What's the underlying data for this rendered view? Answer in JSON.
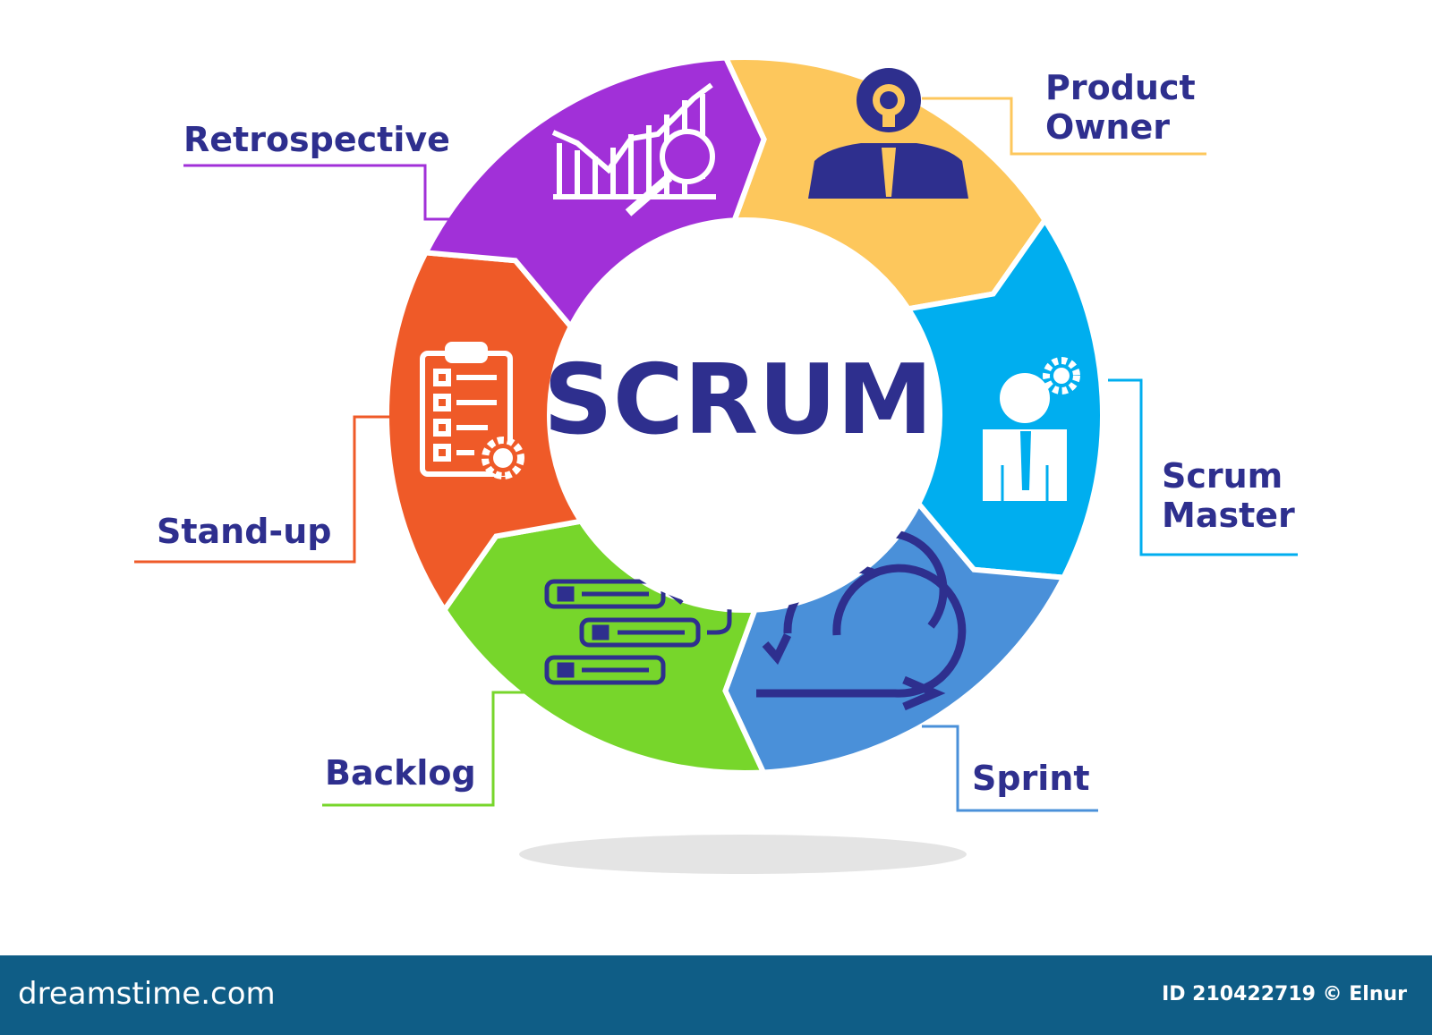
{
  "diagram": {
    "center_title": "SCRUM",
    "steps": [
      {
        "label": "Product Owner",
        "lines": [
          "Product",
          "Owner"
        ],
        "color": "#fdc75c",
        "icon": "product-owner-icon"
      },
      {
        "label": "Scrum Master",
        "lines": [
          "Scrum",
          "Master"
        ],
        "color": "#00aeef",
        "icon": "scrum-master-icon"
      },
      {
        "label": "Sprint",
        "lines": [
          "Sprint"
        ],
        "color": "#4a90d9",
        "icon": "sprint-cycle-icon"
      },
      {
        "label": "Backlog",
        "lines": [
          "Backlog"
        ],
        "color": "#77d62b",
        "icon": "backlog-list-icon"
      },
      {
        "label": "Stand-up",
        "lines": [
          "Stand-up"
        ],
        "color": "#ef5a28",
        "icon": "clipboard-checklist-icon"
      },
      {
        "label": "Retrospective",
        "lines": [
          "Retrospective"
        ],
        "color": "#a130d8",
        "icon": "chart-magnifier-icon"
      }
    ],
    "text_color": "#2e2f8e"
  },
  "footer": {
    "site": "dreamstime.com",
    "credit": "ID 210422719 © Elnur",
    "bar_color": "#0f5d86"
  }
}
